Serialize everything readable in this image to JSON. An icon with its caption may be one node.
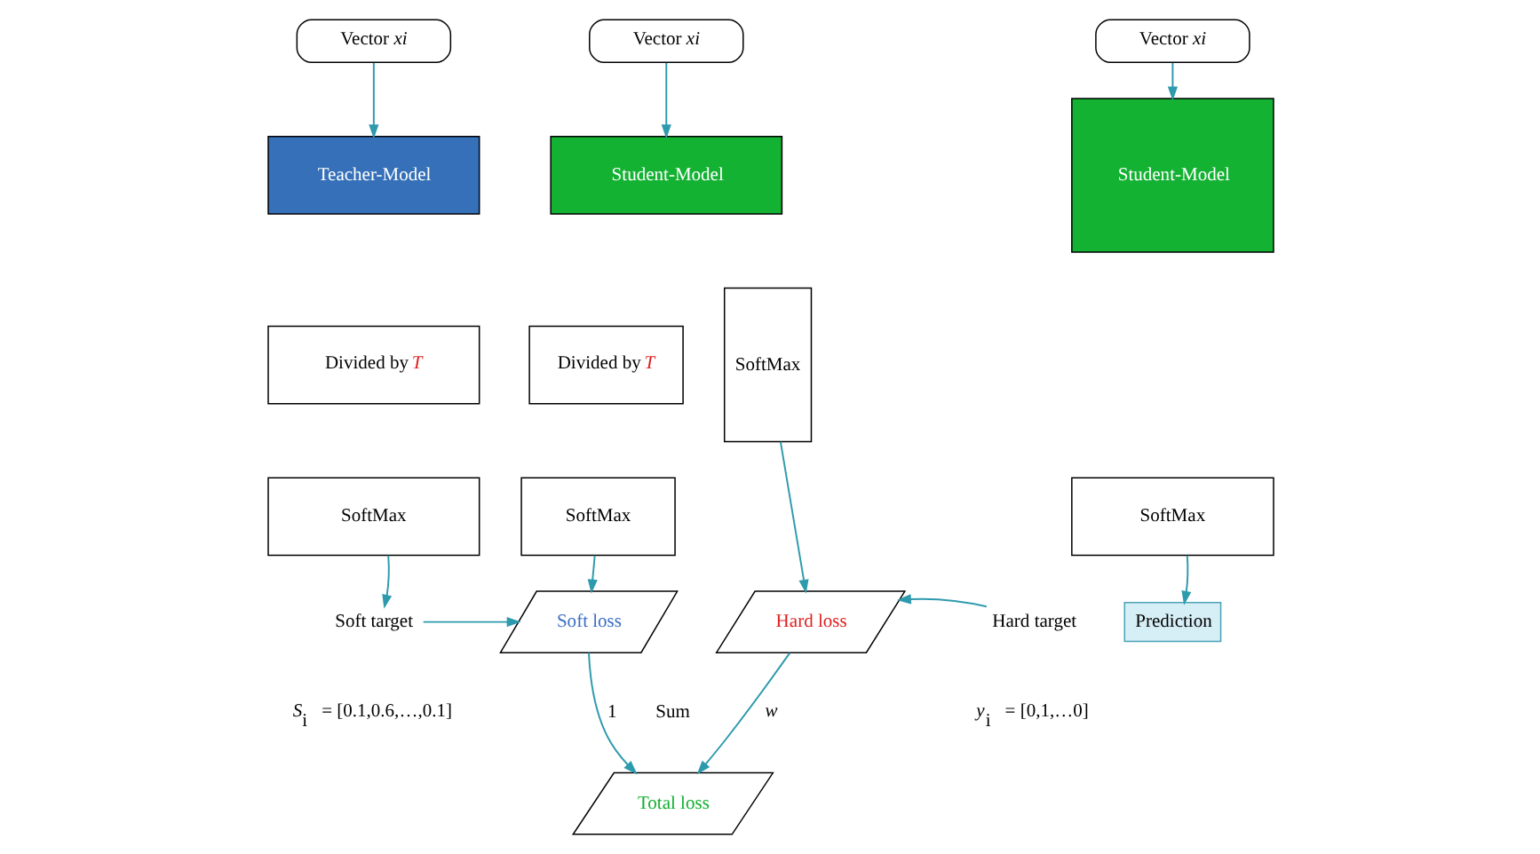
{
  "diagram": {
    "nodes": [
      {
        "text": [
          "Vector *xi*"
        ]
      },
      {
        "text": [
          "Teacher-Model"
        ]
      },
      {
        "text": [
          "Divided by *T*"
        ]
      },
      {
        "text": [
          "SoftMax"
        ]
      },
      {
        "text": [
          "Soft target"
        ]
      },
      {
        "text": [
          "Vector *xi*"
        ]
      },
      {
        "text": [
          "Student-Model"
        ]
      },
      {
        "text": [
          "Divided by *T*"
        ]
      },
      {
        "text": [
          "SoftMax"
        ]
      },
      {
        "text": [
          "SoftMax"
        ]
      },
      {
        "text": [
          "Soft loss"
        ]
      },
      {
        "text": [
          "Hard loss"
        ]
      },
      {
        "text": [
          "Hard target"
        ]
      },
      {
        "text": [
          "Total loss"
        ]
      },
      {
        "text": [
          "Vector *xi*"
        ]
      },
      {
        "text": [
          "Student-Model"
        ]
      },
      {
        "text": [
          "SoftMax"
        ]
      },
      {
        "text": [
          "Prediction"
        ]
      }
    ],
    "edges": [
      {
        "from": 0,
        "to": 1,
        "arrow": "to"
      },
      {
        "from": 3,
        "to": 4,
        "arrow": "to"
      },
      {
        "from": 4,
        "to": 10,
        "arrow": "to"
      },
      {
        "from": 5,
        "to": 6,
        "arrow": "to"
      },
      {
        "from": 8,
        "to": 10,
        "arrow": "to"
      },
      {
        "from": 9,
        "to": 11,
        "arrow": "to"
      },
      {
        "from": 12,
        "to": 11,
        "arrow": "to"
      },
      {
        "from": 10,
        "to": 13,
        "arrow": "to",
        "label": "1"
      },
      {
        "from": 11,
        "to": 13,
        "arrow": "to",
        "label": "*w*"
      },
      {
        "from": 14,
        "to": 15,
        "arrow": "to"
      },
      {
        "from": 16,
        "to": 17,
        "arrow": "to"
      }
    ],
    "labels": [
      "*S*$_{i}$ = [0.1,0.6,…,0.1]",
      "Sum",
      "*y*$_{i}$ = [0,1,…0]"
    ]
  }
}
